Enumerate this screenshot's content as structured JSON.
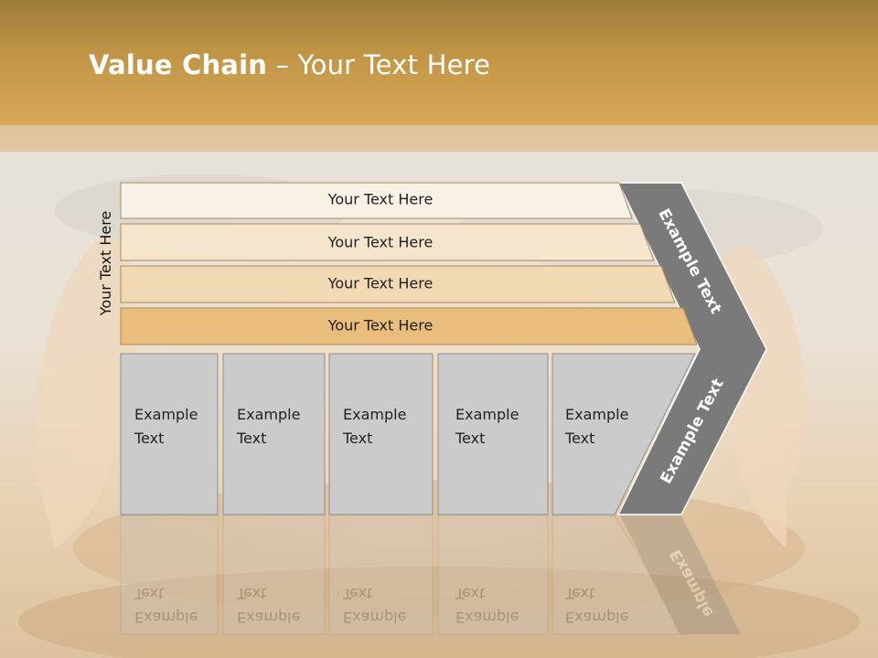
{
  "title": {
    "bold": "Value Chain",
    "rest": " – Your Text Here"
  },
  "side_label": "Your Text Here",
  "bars": [
    {
      "label": "Your Text Here",
      "color": "#f8f1e6"
    },
    {
      "label": "Your Text Here",
      "color": "#f5e5cc"
    },
    {
      "label": "Your Text Here",
      "color": "#f0d9b3"
    },
    {
      "label": "Your Text Here",
      "color": "#e9be7c"
    }
  ],
  "boxes": [
    {
      "line1": "Example",
      "line2": "Text"
    },
    {
      "line1": "Example",
      "line2": "Text"
    },
    {
      "line1": "Example",
      "line2": "Text"
    },
    {
      "line1": "Example",
      "line2": "Text"
    },
    {
      "line1": "Example",
      "line2": "Text"
    }
  ],
  "chevron_top": "Example Text",
  "chevron_bottom": "Example Text",
  "colors": {
    "header": "#c29646",
    "chevron": "#7a7a7a",
    "box": "#cbcbcb"
  }
}
